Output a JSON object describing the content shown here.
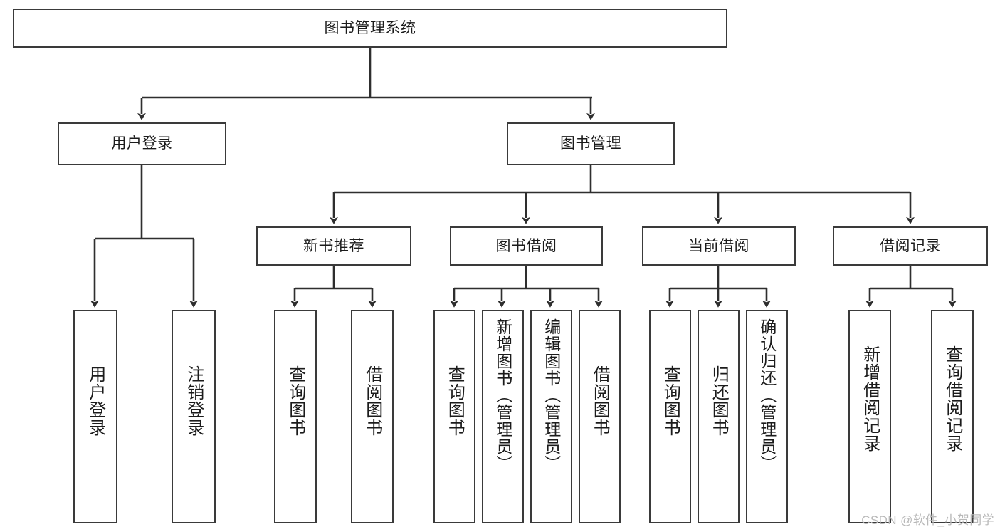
{
  "diagram": {
    "type": "tree",
    "title": "图书管理系统",
    "root": {
      "label": "图书管理系统"
    },
    "level2": [
      {
        "label": "用户登录"
      },
      {
        "label": "图书管理"
      }
    ],
    "level3": [
      {
        "label": "新书推荐"
      },
      {
        "label": "图书借阅"
      },
      {
        "label": "当前借阅"
      },
      {
        "label": "借阅记录"
      }
    ],
    "leaves": {
      "user_login": [
        {
          "label": "用户登录"
        },
        {
          "label": "注销登录"
        }
      ],
      "new_book": [
        {
          "label": "查询图书"
        },
        {
          "label": "借阅图书"
        }
      ],
      "book_borrow": [
        {
          "label": "查询图书"
        },
        {
          "label": "新增图书（管理员）"
        },
        {
          "label": "编辑图书（管理员）"
        },
        {
          "label": "借阅图书"
        }
      ],
      "current_borrow": [
        {
          "label": "查询图书"
        },
        {
          "label": "归还图书"
        },
        {
          "label": "确认归还（管理员）"
        }
      ],
      "borrow_record": [
        {
          "label": "新增借阅记录"
        },
        {
          "label": "查询借阅记录"
        }
      ]
    }
  },
  "watermark": {
    "text": "CSDN @软件_小贺同学"
  },
  "colors": {
    "stroke": "#3a3a3a",
    "background": "#ffffff",
    "text": "#1b1b1b",
    "watermark": "#b9b9b9"
  }
}
